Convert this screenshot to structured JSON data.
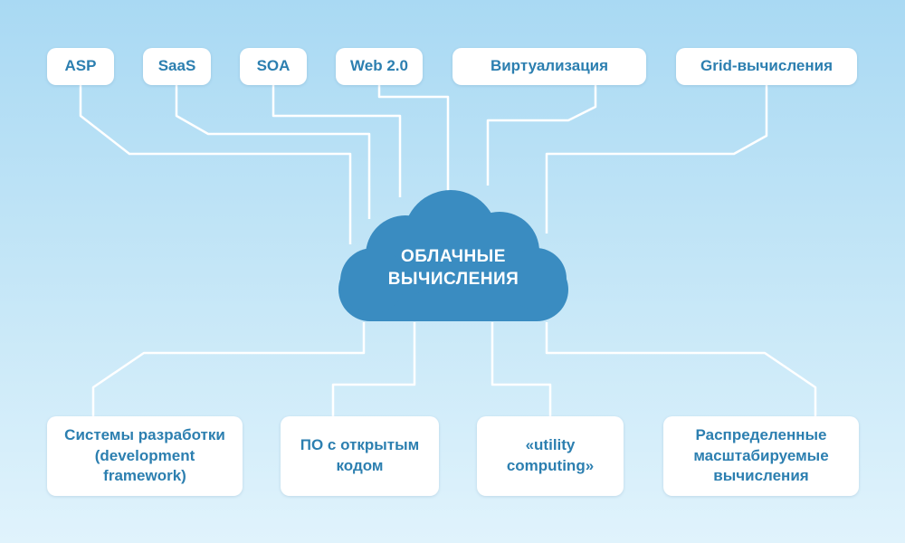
{
  "center": {
    "line1": "ОБЛАЧНЫЕ",
    "line2": "ВЫЧИСЛЕНИЯ"
  },
  "top_nodes": [
    {
      "label": "ASP"
    },
    {
      "label": "SaaS"
    },
    {
      "label": "SOA"
    },
    {
      "label": "Web 2.0"
    },
    {
      "label": "Виртуализация"
    },
    {
      "label": "Grid-вычисления"
    }
  ],
  "bottom_nodes": [
    {
      "lines": [
        "Системы разработки",
        "(development",
        "framework)"
      ]
    },
    {
      "lines": [
        "ПО с открытым",
        "кодом"
      ]
    },
    {
      "lines": [
        "«utility",
        "computing»"
      ]
    },
    {
      "lines": [
        "Распределенные",
        "масштабируемые",
        "вычисления"
      ]
    }
  ],
  "colors": {
    "background_top": "#a9d9f3",
    "background_bottom": "#e0f3fc",
    "cloud": "#3a8cc1",
    "node_text": "#2c7fb0",
    "connector": "#ffffff"
  }
}
